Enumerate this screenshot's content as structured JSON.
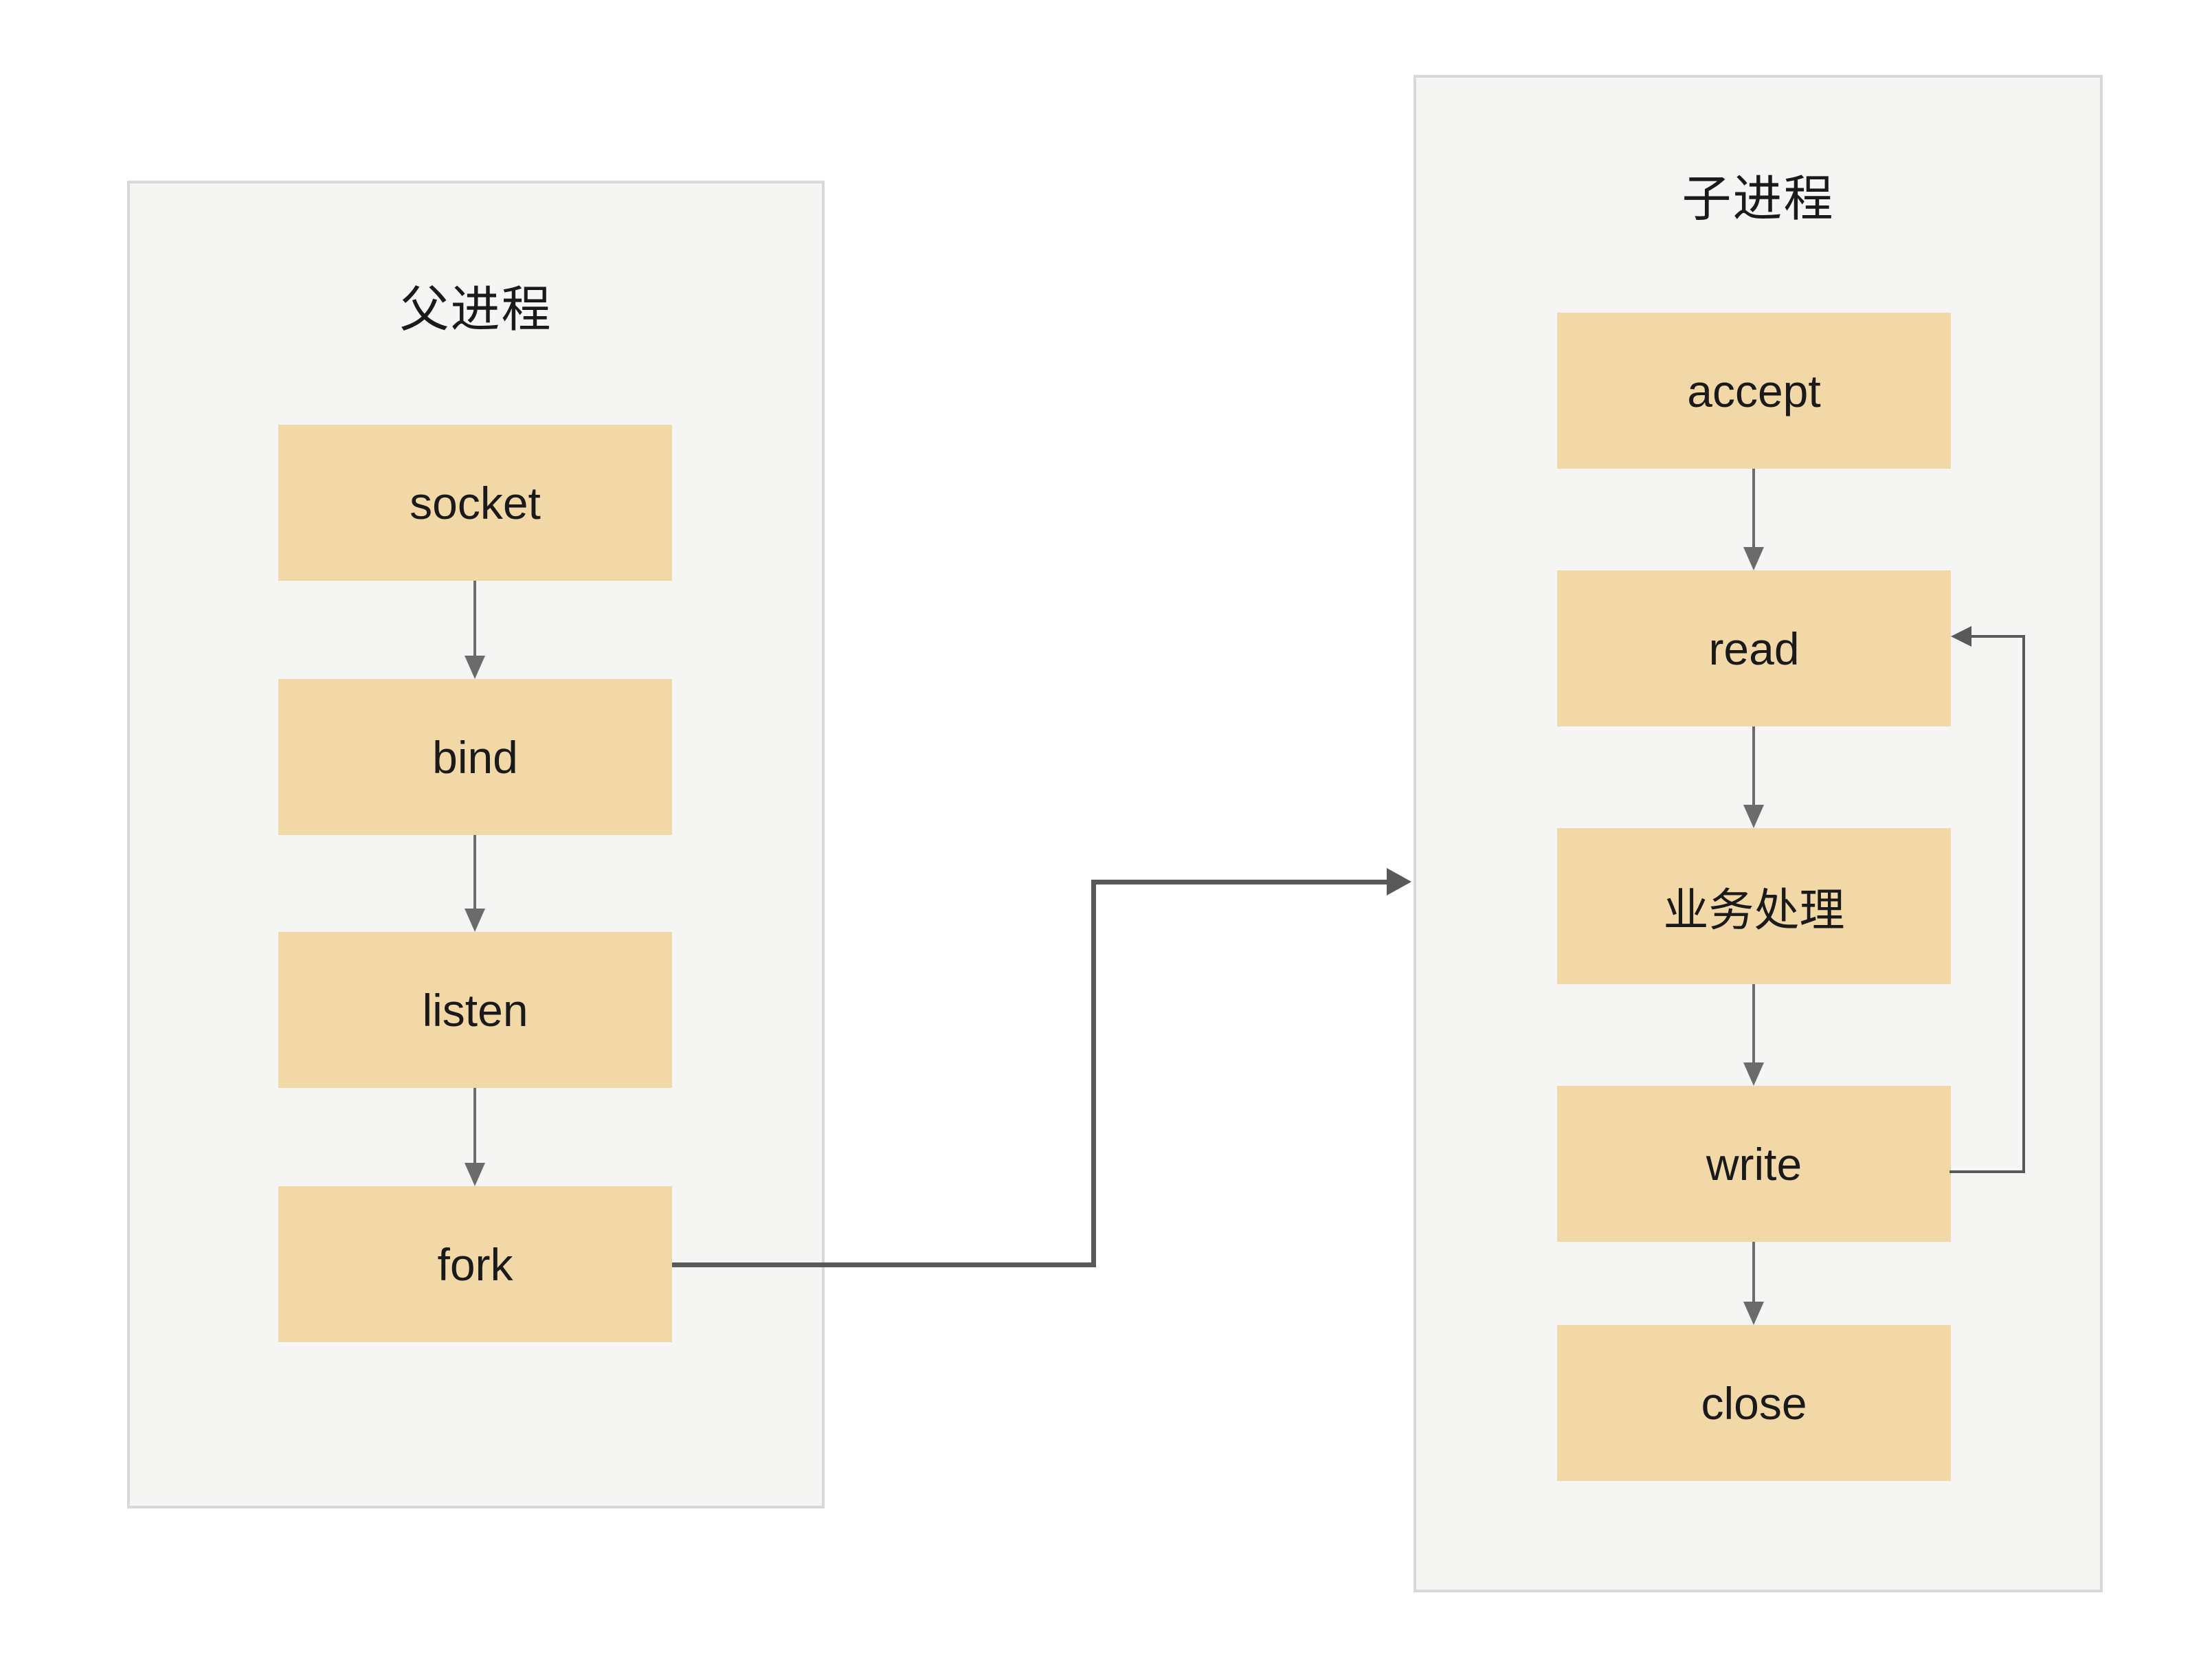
{
  "theme": {
    "canvas-bg": "#ffffff",
    "panel-bg": "#f5f5f3",
    "panel-border": "#d8d8d8",
    "box-fill": "#f2d8a6",
    "text-color": "#1a1a1a",
    "arrow-color": "#6b6b6b",
    "connector-color": "#59595b"
  },
  "diagram": {
    "parent_panel": {
      "title": "父进程",
      "boxes": [
        {
          "label": "socket"
        },
        {
          "label": "bind"
        },
        {
          "label": "listen"
        },
        {
          "label": "fork"
        }
      ]
    },
    "child_panel": {
      "title": "子进程",
      "boxes": [
        {
          "label": "accept"
        },
        {
          "label": "read"
        },
        {
          "label": "业务处理"
        },
        {
          "label": "write"
        },
        {
          "label": "close"
        }
      ]
    },
    "edges": [
      {
        "from": "socket",
        "to": "bind",
        "style": "arrow-down"
      },
      {
        "from": "bind",
        "to": "listen",
        "style": "arrow-down"
      },
      {
        "from": "listen",
        "to": "fork",
        "style": "arrow-down"
      },
      {
        "from": "fork",
        "to": "子进程",
        "style": "elbow-right"
      },
      {
        "from": "accept",
        "to": "read",
        "style": "arrow-down"
      },
      {
        "from": "read",
        "to": "业务处理",
        "style": "arrow-down"
      },
      {
        "from": "业务处理",
        "to": "write",
        "style": "arrow-down"
      },
      {
        "from": "write",
        "to": "close",
        "style": "arrow-down"
      },
      {
        "from": "write",
        "to": "read",
        "style": "loop-right"
      }
    ]
  }
}
